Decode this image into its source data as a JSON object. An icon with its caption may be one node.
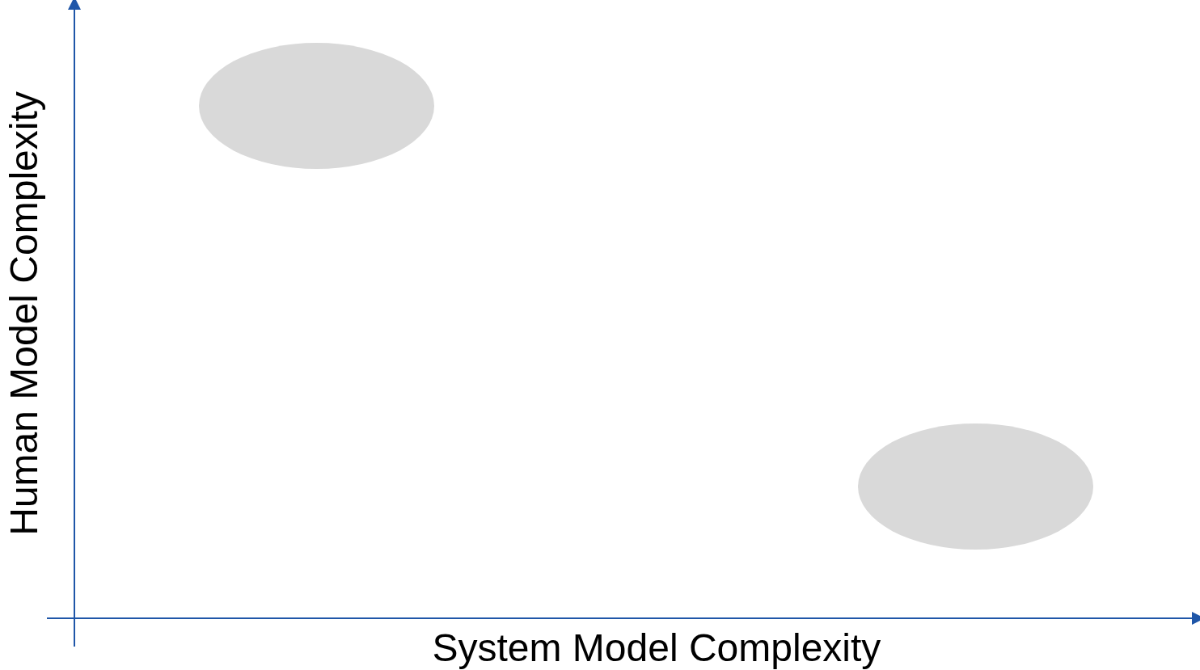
{
  "diagram": {
    "nodes": [
      {
        "text": [],
        "shape": "ellipse"
      },
      {
        "text": [],
        "shape": "ellipse"
      }
    ],
    "labels": [
      "Human Model Complexity",
      "System Model Complexity"
    ]
  }
}
